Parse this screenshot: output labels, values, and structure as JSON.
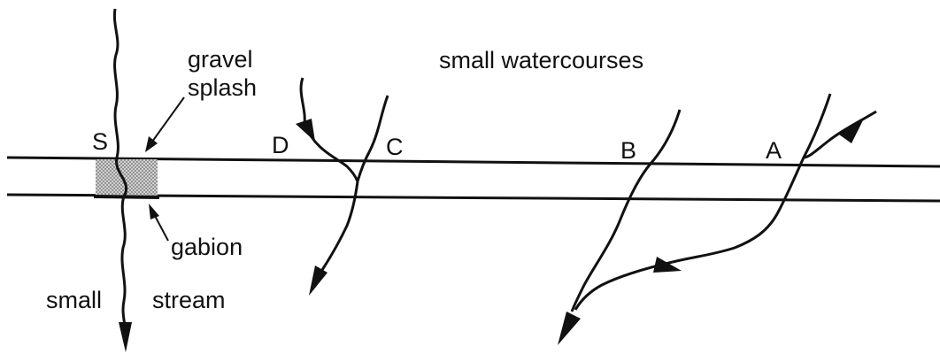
{
  "labels": {
    "gravel_splash_line1": "gravel",
    "gravel_splash_line2": "splash",
    "small_watercourses": "small watercourses",
    "gabion": "gabion",
    "small": "small",
    "stream": "stream"
  },
  "points": {
    "s": "S",
    "d": "D",
    "c": "C",
    "b": "B",
    "a": "A"
  },
  "colors": {
    "ink": "#111111",
    "gabion_fill": "#b9b9b9",
    "background": "#ffffff"
  }
}
